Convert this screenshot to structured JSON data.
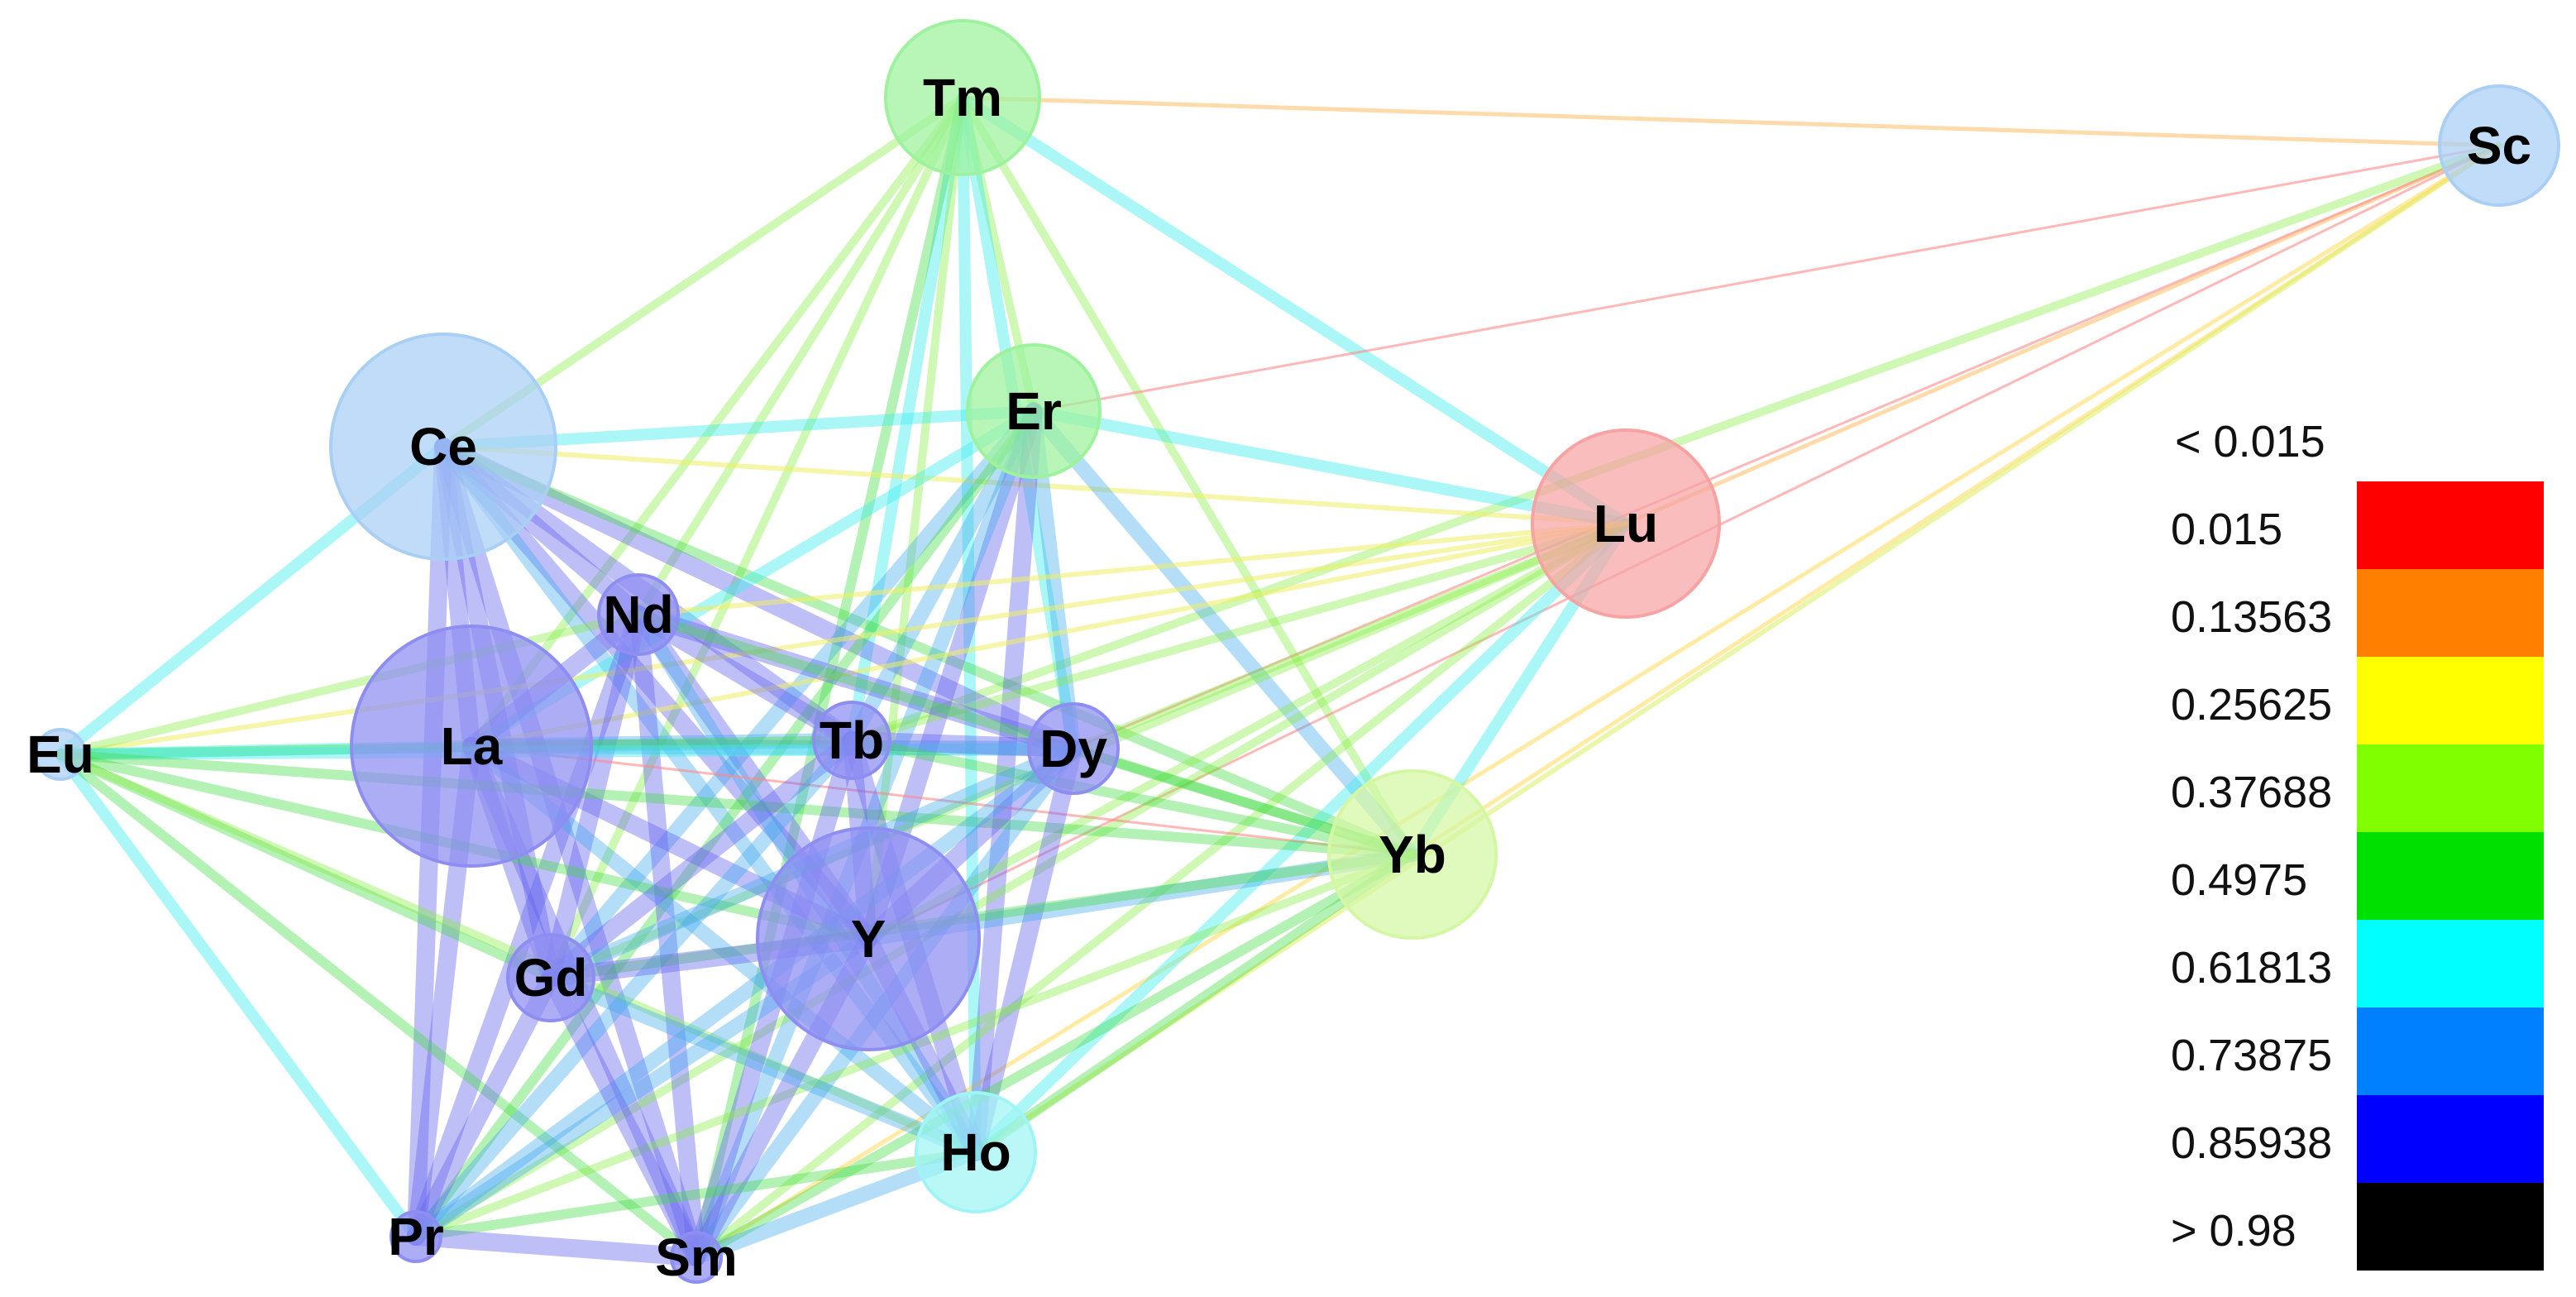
{
  "nodes": [
    {
      "id": "Tm",
      "label": "Tm",
      "color": "#9df29d"
    },
    {
      "id": "Sc",
      "label": "Sc",
      "color": "#a9cff5"
    },
    {
      "id": "Ce",
      "label": "Ce",
      "color": "#a9cff5"
    },
    {
      "id": "Er",
      "label": "Er",
      "color": "#9df29d"
    },
    {
      "id": "Lu",
      "label": "Lu",
      "color": "#f7a3a3"
    },
    {
      "id": "Nd",
      "label": "Nd",
      "color": "#8e8ef2"
    },
    {
      "id": "La",
      "label": "La",
      "color": "#8e8ef2"
    },
    {
      "id": "Eu",
      "label": "Eu",
      "color": "#a9cff5"
    },
    {
      "id": "Tb",
      "label": "Tb",
      "color": "#8e8ef2"
    },
    {
      "id": "Dy",
      "label": "Dy",
      "color": "#8e8ef2"
    },
    {
      "id": "Yb",
      "label": "Yb",
      "color": "#d4f7a3"
    },
    {
      "id": "Y",
      "label": "Y",
      "color": "#8e8ef2"
    },
    {
      "id": "Gd",
      "label": "Gd",
      "color": "#8e8ef2"
    },
    {
      "id": "Ho",
      "label": "Ho",
      "color": "#9ff5f5"
    },
    {
      "id": "Pr",
      "label": "Pr",
      "color": "#8e8ef2"
    },
    {
      "id": "Sm",
      "label": "Sm",
      "color": "#8e8ef2"
    }
  ],
  "edges": [
    {
      "a": "Tm",
      "b": "Sc",
      "c": "#ffcc88"
    },
    {
      "a": "Tm",
      "b": "Ce",
      "c": "#88ee44"
    },
    {
      "a": "Tm",
      "b": "Er",
      "c": "#88ee44"
    },
    {
      "a": "Tm",
      "b": "Lu",
      "c": "#44eeee"
    },
    {
      "a": "Tm",
      "b": "Nd",
      "c": "#88ee44"
    },
    {
      "a": "Tm",
      "b": "La",
      "c": "#88ee44"
    },
    {
      "a": "Tm",
      "b": "Tb",
      "c": "#44eeee"
    },
    {
      "a": "Tm",
      "b": "Dy",
      "c": "#44eeee"
    },
    {
      "a": "Tm",
      "b": "Yb",
      "c": "#88ee44"
    },
    {
      "a": "Tm",
      "b": "Y",
      "c": "#88ee44"
    },
    {
      "a": "Tm",
      "b": "Gd",
      "c": "#88ee44"
    },
    {
      "a": "Tm",
      "b": "Ho",
      "c": "#44eeee"
    },
    {
      "a": "Tm",
      "b": "Sm",
      "c": "#44dd44"
    },
    {
      "a": "Sc",
      "b": "Er",
      "c": "#ff8888"
    },
    {
      "a": "Sc",
      "b": "Lu",
      "c": "#ffcc88"
    },
    {
      "a": "Sc",
      "b": "Dy",
      "c": "#ff8888"
    },
    {
      "a": "Sc",
      "b": "Yb",
      "c": "#ffdd66"
    },
    {
      "a": "Sc",
      "b": "Y",
      "c": "#ff8888"
    },
    {
      "a": "Sc",
      "b": "Ho",
      "c": "#ddee66"
    },
    {
      "a": "Sc",
      "b": "Tb",
      "c": "#88ee44"
    },
    {
      "a": "Sc",
      "b": "Sm",
      "c": "#ffdd66"
    },
    {
      "a": "Ce",
      "b": "Er",
      "c": "#44eeee"
    },
    {
      "a": "Ce",
      "b": "Lu",
      "c": "#eeee66"
    },
    {
      "a": "Ce",
      "b": "Nd",
      "c": "#6666ee"
    },
    {
      "a": "Ce",
      "b": "La",
      "c": "#6666ee"
    },
    {
      "a": "Ce",
      "b": "Eu",
      "c": "#44eeee"
    },
    {
      "a": "Ce",
      "b": "Tb",
      "c": "#6666ee"
    },
    {
      "a": "Ce",
      "b": "Dy",
      "c": "#6666ee"
    },
    {
      "a": "Ce",
      "b": "Yb",
      "c": "#44dd44"
    },
    {
      "a": "Ce",
      "b": "Y",
      "c": "#6666ee"
    },
    {
      "a": "Ce",
      "b": "Gd",
      "c": "#6666ee"
    },
    {
      "a": "Ce",
      "b": "Ho",
      "c": "#44aaee"
    },
    {
      "a": "Ce",
      "b": "Pr",
      "c": "#6666ee"
    },
    {
      "a": "Ce",
      "b": "Sm",
      "c": "#6666ee"
    },
    {
      "a": "Er",
      "b": "Lu",
      "c": "#44eeee"
    },
    {
      "a": "Er",
      "b": "La",
      "c": "#44eeee"
    },
    {
      "a": "Er",
      "b": "Tb",
      "c": "#44aaee"
    },
    {
      "a": "Er",
      "b": "Dy",
      "c": "#44aaee"
    },
    {
      "a": "Er",
      "b": "Yb",
      "c": "#44aaee"
    },
    {
      "a": "Er",
      "b": "Y",
      "c": "#6666ee"
    },
    {
      "a": "Er",
      "b": "Gd",
      "c": "#44aaee"
    },
    {
      "a": "Er",
      "b": "Ho",
      "c": "#6666ee"
    },
    {
      "a": "Er",
      "b": "Pr",
      "c": "#44dd44"
    },
    {
      "a": "Er",
      "b": "Sm",
      "c": "#44aaee"
    },
    {
      "a": "Lu",
      "b": "Nd",
      "c": "#eeee66"
    },
    {
      "a": "Lu",
      "b": "La",
      "c": "#eeee66"
    },
    {
      "a": "Lu",
      "b": "Tb",
      "c": "#88ee44"
    },
    {
      "a": "Lu",
      "b": "Dy",
      "c": "#88ee44"
    },
    {
      "a": "Lu",
      "b": "Yb",
      "c": "#44eeee"
    },
    {
      "a": "Lu",
      "b": "Y",
      "c": "#88ee44"
    },
    {
      "a": "Lu",
      "b": "Gd",
      "c": "#88ee44"
    },
    {
      "a": "Lu",
      "b": "Ho",
      "c": "#44eeee"
    },
    {
      "a": "Lu",
      "b": "Sm",
      "c": "#88ee44"
    },
    {
      "a": "Lu",
      "b": "Pr",
      "c": "#88ee44"
    },
    {
      "a": "Lu",
      "b": "Eu",
      "c": "#eeee66"
    },
    {
      "a": "Nd",
      "b": "La",
      "c": "#6666ee"
    },
    {
      "a": "Nd",
      "b": "Tb",
      "c": "#6666ee"
    },
    {
      "a": "Nd",
      "b": "Dy",
      "c": "#6666ee"
    },
    {
      "a": "Nd",
      "b": "Y",
      "c": "#6666ee"
    },
    {
      "a": "Nd",
      "b": "Gd",
      "c": "#6666ee"
    },
    {
      "a": "Nd",
      "b": "Sm",
      "c": "#6666ee"
    },
    {
      "a": "Nd",
      "b": "Pr",
      "c": "#6666ee"
    },
    {
      "a": "Nd",
      "b": "Ho",
      "c": "#44aaee"
    },
    {
      "a": "Nd",
      "b": "Yb",
      "c": "#44dd44"
    },
    {
      "a": "Nd",
      "b": "Eu",
      "c": "#88ee44"
    },
    {
      "a": "La",
      "b": "Eu",
      "c": "#44eeee"
    },
    {
      "a": "La",
      "b": "Tb",
      "c": "#44aaee"
    },
    {
      "a": "La",
      "b": "Dy",
      "c": "#44aaee"
    },
    {
      "a": "La",
      "b": "Yb",
      "c": "#ff8888"
    },
    {
      "a": "La",
      "b": "Y",
      "c": "#6666ee"
    },
    {
      "a": "La",
      "b": "Gd",
      "c": "#6666ee"
    },
    {
      "a": "La",
      "b": "Ho",
      "c": "#44aaee"
    },
    {
      "a": "La",
      "b": "Pr",
      "c": "#6666ee"
    },
    {
      "a": "La",
      "b": "Sm",
      "c": "#6666ee"
    },
    {
      "a": "Eu",
      "b": "Tb",
      "c": "#44dd44"
    },
    {
      "a": "Eu",
      "b": "Dy",
      "c": "#44eeee"
    },
    {
      "a": "Eu",
      "b": "Yb",
      "c": "#44dd44"
    },
    {
      "a": "Eu",
      "b": "Y",
      "c": "#44dd44"
    },
    {
      "a": "Eu",
      "b": "Gd",
      "c": "#44dd44"
    },
    {
      "a": "Eu",
      "b": "Ho",
      "c": "#88ee44"
    },
    {
      "a": "Eu",
      "b": "Pr",
      "c": "#44eeee"
    },
    {
      "a": "Eu",
      "b": "Sm",
      "c": "#44dd44"
    },
    {
      "a": "Tb",
      "b": "Dy",
      "c": "#6666ee"
    },
    {
      "a": "Tb",
      "b": "Yb",
      "c": "#44dd44"
    },
    {
      "a": "Tb",
      "b": "Y",
      "c": "#6666ee"
    },
    {
      "a": "Tb",
      "b": "Gd",
      "c": "#6666ee"
    },
    {
      "a": "Tb",
      "b": "Ho",
      "c": "#6666ee"
    },
    {
      "a": "Tb",
      "b": "Pr",
      "c": "#44aaee"
    },
    {
      "a": "Tb",
      "b": "Sm",
      "c": "#6666ee"
    },
    {
      "a": "Dy",
      "b": "Yb",
      "c": "#44dd44"
    },
    {
      "a": "Dy",
      "b": "Y",
      "c": "#6666ee"
    },
    {
      "a": "Dy",
      "b": "Gd",
      "c": "#44aaee"
    },
    {
      "a": "Dy",
      "b": "Ho",
      "c": "#6666ee"
    },
    {
      "a": "Dy",
      "b": "Pr",
      "c": "#44aaee"
    },
    {
      "a": "Dy",
      "b": "Sm",
      "c": "#44aaee"
    },
    {
      "a": "Yb",
      "b": "Y",
      "c": "#44aaee"
    },
    {
      "a": "Yb",
      "b": "Gd",
      "c": "#44dd44"
    },
    {
      "a": "Yb",
      "b": "Ho",
      "c": "#44dd44"
    },
    {
      "a": "Yb",
      "b": "Pr",
      "c": "#88ee44"
    },
    {
      "a": "Yb",
      "b": "Sm",
      "c": "#44dd44"
    },
    {
      "a": "Y",
      "b": "Gd",
      "c": "#6666ee"
    },
    {
      "a": "Y",
      "b": "Ho",
      "c": "#6666ee"
    },
    {
      "a": "Y",
      "b": "Pr",
      "c": "#44aaee"
    },
    {
      "a": "Y",
      "b": "Sm",
      "c": "#6666ee"
    },
    {
      "a": "Gd",
      "b": "Ho",
      "c": "#44aaee"
    },
    {
      "a": "Gd",
      "b": "Pr",
      "c": "#6666ee"
    },
    {
      "a": "Gd",
      "b": "Sm",
      "c": "#6666ee"
    },
    {
      "a": "Ho",
      "b": "Pr",
      "c": "#44dd44"
    },
    {
      "a": "Ho",
      "b": "Sm",
      "c": "#44aaee"
    },
    {
      "a": "Pr",
      "b": "Sm",
      "c": "#6666ee"
    }
  ],
  "legend": {
    "top_label": "< 0.015",
    "labels": [
      "0.015",
      "0.13563",
      "0.25625",
      "0.37688",
      "0.4975",
      "0.61813",
      "0.73875",
      "0.85938",
      "> 0.98"
    ],
    "colors": [
      "#ff0000",
      "#ff7f00",
      "#ffff00",
      "#80ff00",
      "#00e000",
      "#00ffff",
      "#0080ff",
      "#0000ff",
      "#000000"
    ]
  }
}
